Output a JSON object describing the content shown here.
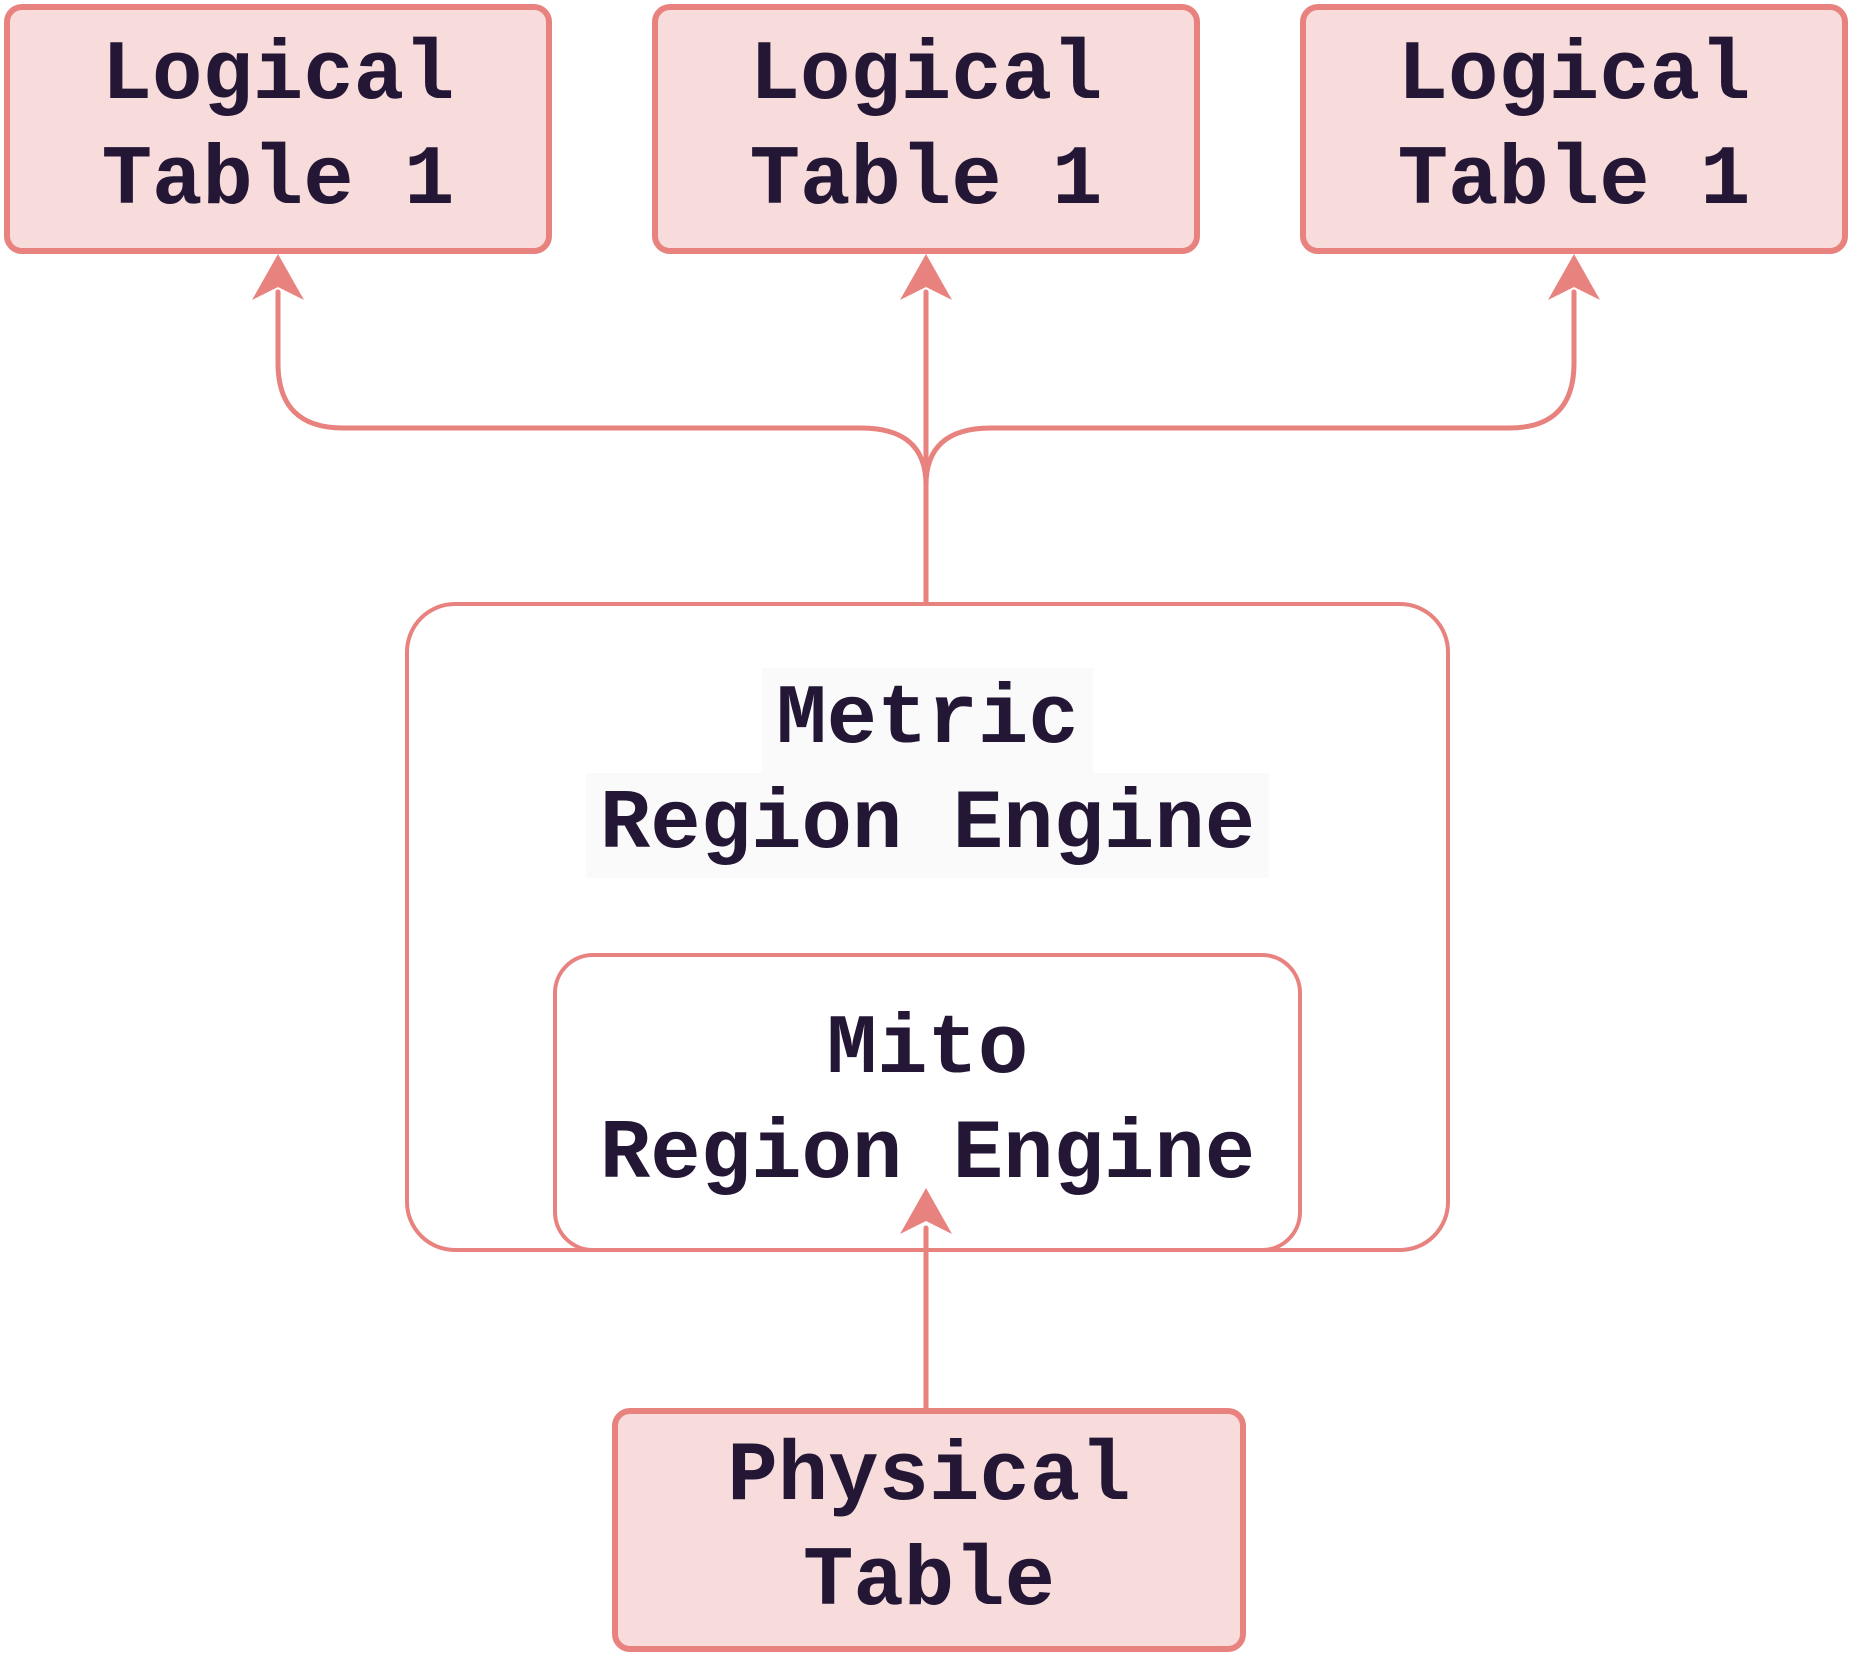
{
  "diagram": {
    "type": "flowchart",
    "direction": "bottom-to-top",
    "nodes": {
      "logical_table_left": {
        "line1": "Logical",
        "line2": "Table 1"
      },
      "logical_table_center": {
        "line1": "Logical",
        "line2": "Table 1"
      },
      "logical_table_right": {
        "line1": "Logical",
        "line2": "Table 1"
      },
      "metric_region_engine": {
        "line1": "Metric",
        "line2": "Region Engine"
      },
      "mito_region_engine": {
        "line1": "Mito",
        "line2": "Region Engine"
      },
      "physical_table": {
        "line1": "Physical",
        "line2": "Table"
      }
    },
    "edges": [
      {
        "from": "metric_region_engine",
        "to": "logical_table_left"
      },
      {
        "from": "metric_region_engine",
        "to": "logical_table_center"
      },
      {
        "from": "metric_region_engine",
        "to": "logical_table_right"
      },
      {
        "from": "physical_table",
        "to": "mito_region_engine"
      }
    ],
    "containment": [
      {
        "parent": "metric_region_engine",
        "child": "mito_region_engine"
      }
    ],
    "colors": {
      "background": "#ffffff",
      "pink_node_fill": "#f8dcdb",
      "white_node_fill": "#ffffff",
      "border_and_arrow": "#e8827e",
      "text": "#231735",
      "metric_label_highlight": "#fafafa"
    }
  }
}
